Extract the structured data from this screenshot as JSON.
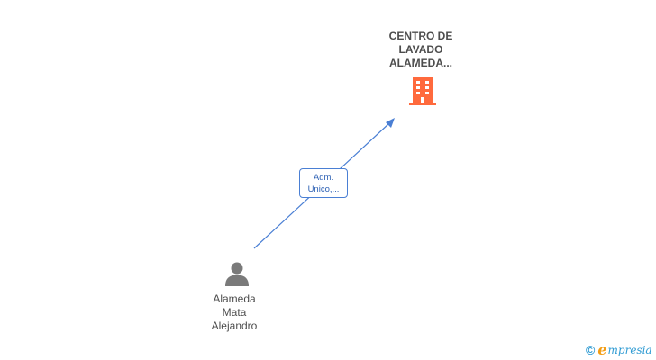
{
  "company": {
    "name_lines": [
      "CENTRO DE",
      "LAVADO",
      "ALAMEDA..."
    ],
    "icon": "building-icon",
    "color": "#ff6a3d"
  },
  "relation": {
    "role_lines": [
      "Adm.",
      "Unico,..."
    ],
    "color": "#4a7fd4"
  },
  "person": {
    "name_lines": [
      "Alameda",
      "Mata",
      "Alejandro"
    ],
    "icon": "person-icon",
    "color": "#7a7a7a"
  },
  "brand": {
    "copyright_symbol": "©",
    "logo_initial": "e",
    "logo_rest": "mpresia"
  }
}
